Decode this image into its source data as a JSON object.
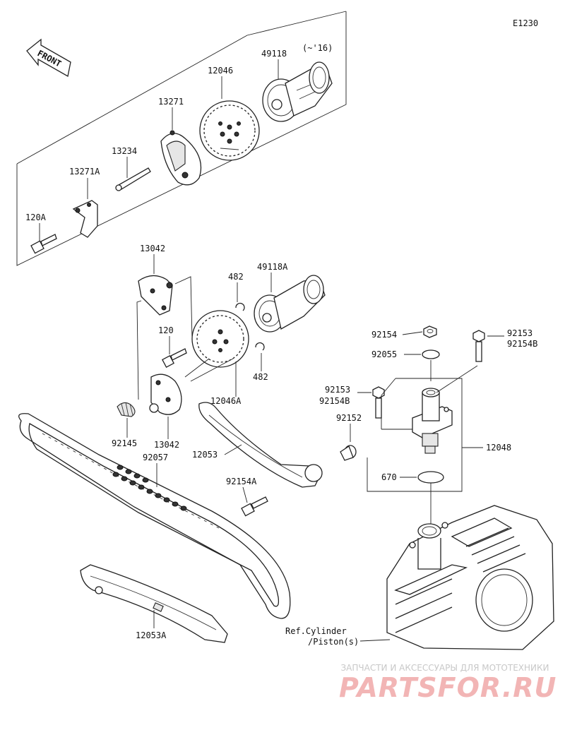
{
  "diagram_code": "E1230",
  "front_label": "FRONT",
  "year_note": "(~'16)",
  "ref_label": {
    "line1": "Ref.Cylinder",
    "line2": "/Piston(s)"
  },
  "parts": {
    "p49118": "49118",
    "p12046": "12046",
    "p13271": "13271",
    "p13234": "13234",
    "p13271A": "13271A",
    "p120A": "120A",
    "p13042_top": "13042",
    "p482_top": "482",
    "p49118A": "49118A",
    "p120": "120",
    "p482_bottom": "482",
    "p12046A": "12046A",
    "p92145": "92145",
    "p13042_bottom": "13042",
    "p92057": "92057",
    "p12053": "12053",
    "p92152": "92152",
    "p92154A": "92154A",
    "p92154": "92154",
    "p92055": "92055",
    "p92153_right": "92153",
    "p92154B_right": "92154B",
    "p92153_left": "92153",
    "p92154B_left": "92154B",
    "p12048": "12048",
    "p670": "670",
    "p12053A": "12053A"
  },
  "watermark": {
    "text": "ЗАПЧАСТИ И АКСЕССУАРЫ ДЛЯ МОТОТЕХНИКИ",
    "logo": "PARTSFOR.RU"
  }
}
